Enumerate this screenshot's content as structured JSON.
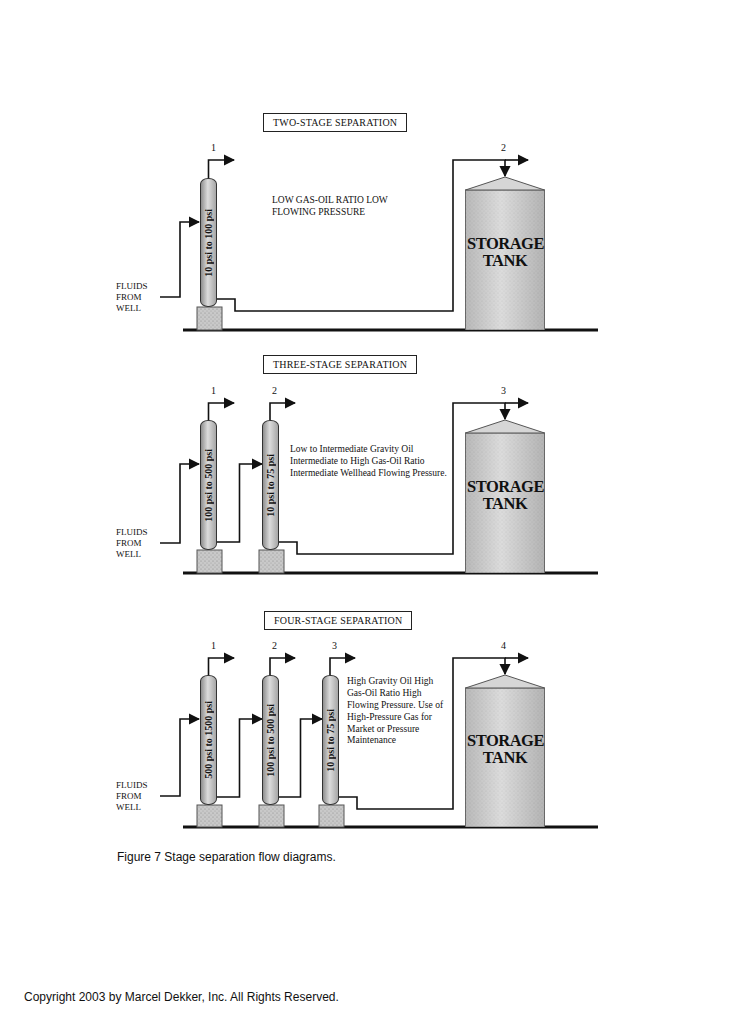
{
  "diagram": {
    "caption": "Figure 7 Stage separation flow diagrams.",
    "nodes": [
      {
        "text": [
          "TWO-STAGE SEPARATION"
        ]
      },
      {
        "text": [
          "10 psi to 100 psi"
        ]
      },
      {
        "text": [
          "STORAGE TANK"
        ]
      },
      {
        "text": [
          "THREE-STAGE SEPARATION"
        ]
      },
      {
        "text": [
          "100 psi to 500 psi"
        ]
      },
      {
        "text": [
          "10 psi to 75 psi"
        ]
      },
      {
        "text": [
          "STORAGE TANK"
        ]
      },
      {
        "text": [
          "FOUR-STAGE SEPARATION"
        ]
      },
      {
        "text": [
          "500 psi to 1500 psi"
        ]
      },
      {
        "text": [
          "100 psi to 500 psi"
        ]
      },
      {
        "text": [
          "10 psi to 75 psi"
        ]
      },
      {
        "text": [
          "STORAGE TANK"
        ]
      }
    ],
    "edges": [
      {
        "from": 1,
        "to": 2,
        "arrow": "to"
      },
      {
        "from": 4,
        "to": 5,
        "arrow": "to"
      },
      {
        "from": 5,
        "to": 6,
        "arrow": "to"
      },
      {
        "from": 8,
        "to": 9,
        "arrow": "to"
      },
      {
        "from": 9,
        "to": 10,
        "arrow": "to"
      },
      {
        "from": 10,
        "to": 11,
        "arrow": "to"
      }
    ],
    "labels": [
      "1",
      "2",
      "LOW GAS-OIL RATIO LOW FLOWING PRESSURE",
      "FLUIDS FROM WELL",
      "1",
      "2",
      "3",
      "Low to Intermediate Gravity Oil Intermediate to High Gas-Oil Ratio Intermediate Wellhead Flowing Pressure.",
      "FLUIDS FROM WELL",
      "1",
      "2",
      "3",
      "4",
      "High Gravity Oil High Gas-Oil Ratio High Flowing Pressure. Use of High-Pressure Gas for Market or Pressure Maintenance",
      "FLUIDS FROM WELL",
      "Copyright 2003 by Marcel Dekker, Inc. All Rights Reserved."
    ]
  }
}
